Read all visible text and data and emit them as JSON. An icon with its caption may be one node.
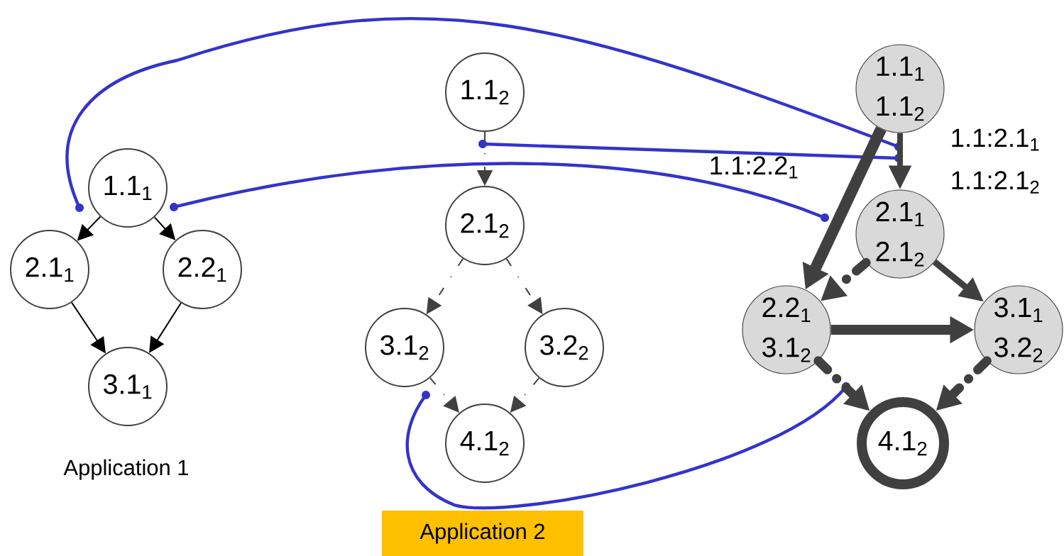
{
  "diagram": {
    "nodes": [
      {
        "text": [
          "1.1$_{1}$"
        ]
      },
      {
        "text": [
          "2.1$_{1}$"
        ]
      },
      {
        "text": [
          "2.2$_{1}$"
        ]
      },
      {
        "text": [
          "3.1$_{1}$"
        ]
      },
      {
        "text": [
          "1.1$_{2}$"
        ]
      },
      {
        "text": [
          "2.1$_{2}$"
        ]
      },
      {
        "text": [
          "3.1$_{2}$"
        ]
      },
      {
        "text": [
          "3.2$_{2}$"
        ]
      },
      {
        "text": [
          "4.1$_{2}$"
        ]
      },
      {
        "text": [
          "1.1$_{1}$",
          "1.1$_{2}$"
        ]
      },
      {
        "text": [
          "2.1$_{1}$",
          "2.1$_{2}$"
        ]
      },
      {
        "text": [
          "2.2$_{1}$",
          "3.1$_{2}$"
        ]
      },
      {
        "text": [
          "3.1$_{1}$",
          "3.2$_{2}$"
        ]
      },
      {
        "text": [
          "4.1$_{2}$"
        ]
      },
      {
        "text": [
          "Application 2"
        ]
      }
    ],
    "edges": [
      {
        "from": 0,
        "to": 1,
        "arrow": "to",
        "color": "#000000"
      },
      {
        "from": 0,
        "to": 2,
        "arrow": "to",
        "color": "#000000"
      },
      {
        "from": 1,
        "to": 3,
        "arrow": "to",
        "color": "#000000"
      },
      {
        "from": 2,
        "to": 3,
        "arrow": "to",
        "color": "#000000"
      },
      {
        "from": 4,
        "to": 5,
        "arrow": "to",
        "style": "dashed"
      },
      {
        "from": 5,
        "to": 6,
        "arrow": "to",
        "style": "dashed"
      },
      {
        "from": 5,
        "to": 7,
        "arrow": "to",
        "style": "dashed"
      },
      {
        "from": 6,
        "to": 8,
        "arrow": "to",
        "style": "dashed"
      },
      {
        "from": 7,
        "to": 8,
        "arrow": "to",
        "style": "dashed"
      },
      {
        "from": 9,
        "to": 10,
        "arrow": "to",
        "style": "thick"
      },
      {
        "from": 9,
        "to": 11,
        "arrow": "to",
        "style": "thick"
      },
      {
        "from": 10,
        "to": 11,
        "arrow": "to",
        "style": "dashed"
      },
      {
        "from": 10,
        "to": 12,
        "arrow": "to",
        "style": "thick"
      },
      {
        "from": 11,
        "to": 12,
        "arrow": "to",
        "style": "thick"
      },
      {
        "from": 11,
        "to": 13,
        "arrow": "to",
        "style": "dashed"
      },
      {
        "from": 12,
        "to": 13,
        "arrow": "to",
        "style": "dashed"
      }
    ],
    "labels": [
      "Application 1",
      "1.1:2.1$_{1}$",
      "1.1:2.1$_{2}$",
      "1.1:2.2$_{1}$"
    ]
  }
}
